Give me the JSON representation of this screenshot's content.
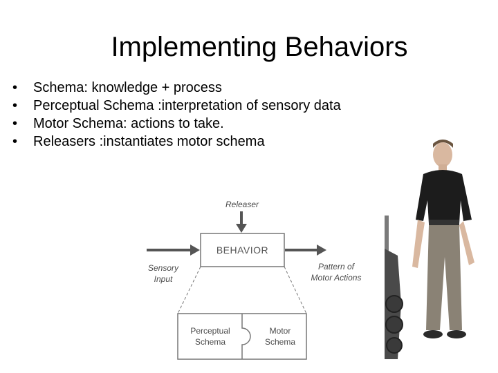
{
  "slide": {
    "title": "Implementing Behaviors",
    "bullets": [
      "Schema: knowledge + process",
      "Perceptual Schema :interpretation of sensory data",
      "Motor Schema: actions to take.",
      "Releasers :instantiates motor schema"
    ],
    "bullet_marker": "•"
  },
  "diagram": {
    "releaser": "Releaser",
    "behavior": "BEHAVIOR",
    "sensory_line1": "Sensory",
    "sensory_line2": "Input",
    "pattern_line1": "Pattern of",
    "pattern_line2": "Motor Actions",
    "perceptual_line1": "Perceptual",
    "perceptual_line2": "Schema",
    "motor_line1": "Motor",
    "motor_line2": "Schema"
  },
  "photo": {
    "subject": "person-standing-beside-robot",
    "shirt_color": "#1c1c1c",
    "pants_color": "#8a8275"
  }
}
